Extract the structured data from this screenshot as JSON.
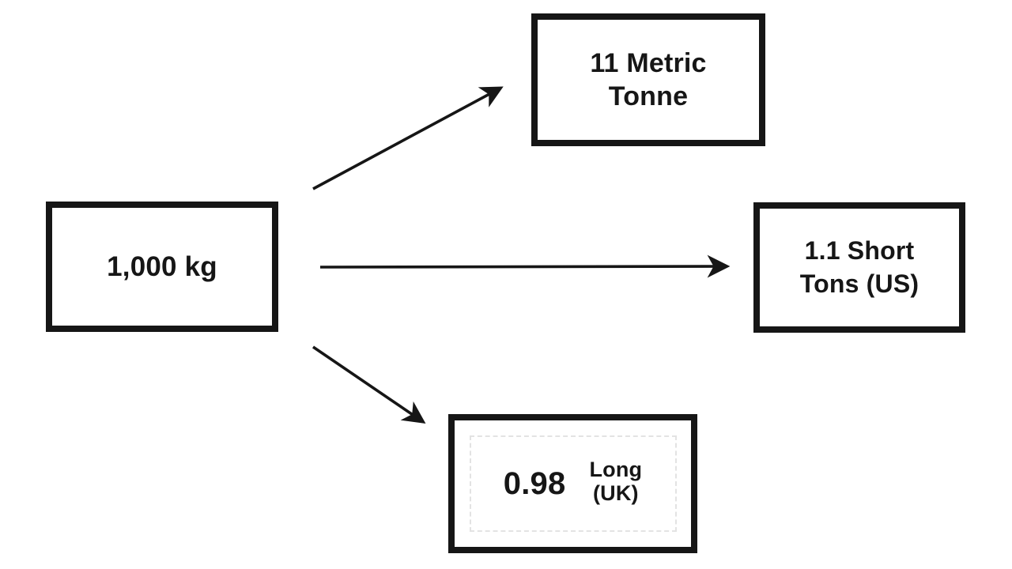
{
  "diagram": {
    "source_node": {
      "label": "1,000 kg"
    },
    "metric_node": {
      "line1": "11 Metric",
      "line2": "Tonne"
    },
    "short_ton_node": {
      "line1": "1.1 Short",
      "line2": "Tons (US)"
    },
    "long_ton_node": {
      "value": "0.98",
      "unit_line1": "Long",
      "unit_line2": "(UK)"
    }
  },
  "colors": {
    "ink": "#161616",
    "background": "#ffffff",
    "inner_dash": "#e3e3e3"
  }
}
